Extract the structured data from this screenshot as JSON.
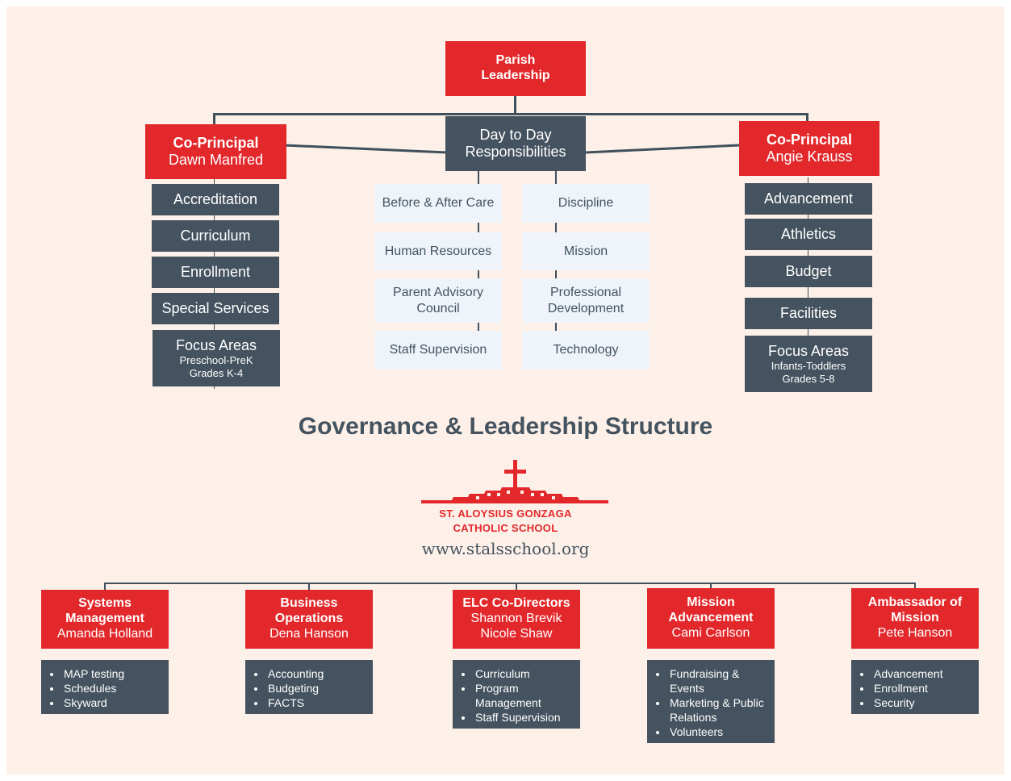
{
  "top": {
    "parish": [
      "Parish",
      "Leadership"
    ],
    "day_to_day": [
      "Day to Day",
      "Responsibilities"
    ],
    "left_principal": {
      "title": "Co-Principal",
      "name": "Dawn Manfred"
    },
    "right_principal": {
      "title": "Co-Principal",
      "name": "Angie Krauss"
    }
  },
  "left_items": [
    "Accreditation",
    "Curriculum",
    "Enrollment",
    "Special Services"
  ],
  "left_focus": {
    "label": "Focus Areas",
    "lines": [
      "Preschool-PreK",
      "Grades K-4"
    ]
  },
  "right_items": [
    "Advancement",
    "Athletics",
    "Budget",
    "Facilities"
  ],
  "right_focus": {
    "label": "Focus Areas",
    "lines": [
      "Infants-Toddlers",
      "Grades 5-8"
    ]
  },
  "center_left": [
    [
      "Before & After Care"
    ],
    [
      "Human Resources"
    ],
    [
      "Parent Advisory",
      "Council"
    ],
    [
      "Staff Supervision"
    ]
  ],
  "center_right": [
    [
      "Discipline"
    ],
    [
      "Mission"
    ],
    [
      "Professional",
      "Development"
    ],
    [
      "Technology"
    ]
  ],
  "title": "Governance & Leadership Structure",
  "logo": {
    "line1": "ST. ALOYSIUS GONZAGA",
    "line2": "CATHOLIC SCHOOL"
  },
  "url": "www.stalsschool.org",
  "bottom": [
    {
      "bold": [
        "Systems",
        "Management"
      ],
      "names": [
        "Amanda Holland"
      ],
      "items": [
        "MAP testing",
        "Schedules",
        "Skyward"
      ]
    },
    {
      "bold": [
        "Business",
        "Operations"
      ],
      "names": [
        "Dena Hanson"
      ],
      "items": [
        "Accounting",
        "Budgeting",
        "FACTS"
      ]
    },
    {
      "bold": [
        "ELC Co-Directors"
      ],
      "names": [
        "Shannon Brevik",
        "Nicole Shaw"
      ],
      "items": [
        "Curriculum",
        "Program Management",
        "Staff Supervision"
      ]
    },
    {
      "bold": [
        "Mission",
        "Advancement"
      ],
      "names": [
        "Cami Carlson"
      ],
      "items": [
        "Fundraising & Events",
        "Marketing & Public Relations",
        "Volunteers"
      ]
    },
    {
      "bold": [
        "Ambassador of",
        "Mission"
      ],
      "names": [
        "Pete Hanson"
      ],
      "items": [
        "Advancement",
        "Enrollment",
        "Security"
      ]
    }
  ],
  "colors": {
    "red": "#e3282b",
    "slate": "#44535f",
    "pale": "#eef4fa",
    "background": "#fdf0e8"
  }
}
